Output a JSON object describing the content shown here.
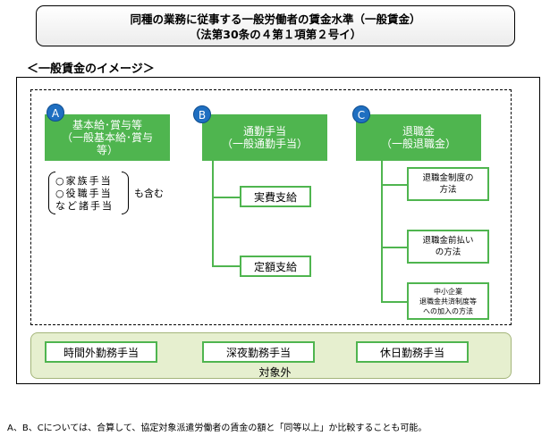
{
  "title": {
    "line1": "同種の業務に従事する一般労働者の賃金水準（一般賃金）",
    "line2": "（法第30条の４第１項第２号イ）"
  },
  "subtitle": "＜一般賃金のイメージ＞",
  "categories": [
    {
      "badge": "A",
      "head_line1": "基本給･賞与等",
      "head_line2": "（一般基本給･賞与",
      "head_line3": "等）"
    },
    {
      "badge": "B",
      "head_line1": "通勤手当",
      "head_line2": "（一般通勤手当）"
    },
    {
      "badge": "C",
      "head_line1": "退職金",
      "head_line2": "（一般退職金）"
    }
  ],
  "allowances": {
    "line1": "○家族手当",
    "line2": "○役職手当",
    "line3": "など諸手当",
    "note": "も含む"
  },
  "commuting_items": [
    "実費支給",
    "定額支給"
  ],
  "retirement_items": [
    "退職金制度の\n方法",
    "退職金前払い\nの方法",
    "中小企業\n退職金共済制度等\nへの加入の方法"
  ],
  "excluded": {
    "items": [
      "時間外勤務手当",
      "深夜勤務手当",
      "休日勤務手当"
    ],
    "label": "対象外"
  },
  "footnote": "A、B、Cについては、合算して、協定対象派遣労働者の賃金の額と「同等以上」か比較することも可能。",
  "colors": {
    "green": "#4fb54f",
    "badge_blue": "#1f6fc1",
    "excluded_bg": "#e6efcf"
  }
}
